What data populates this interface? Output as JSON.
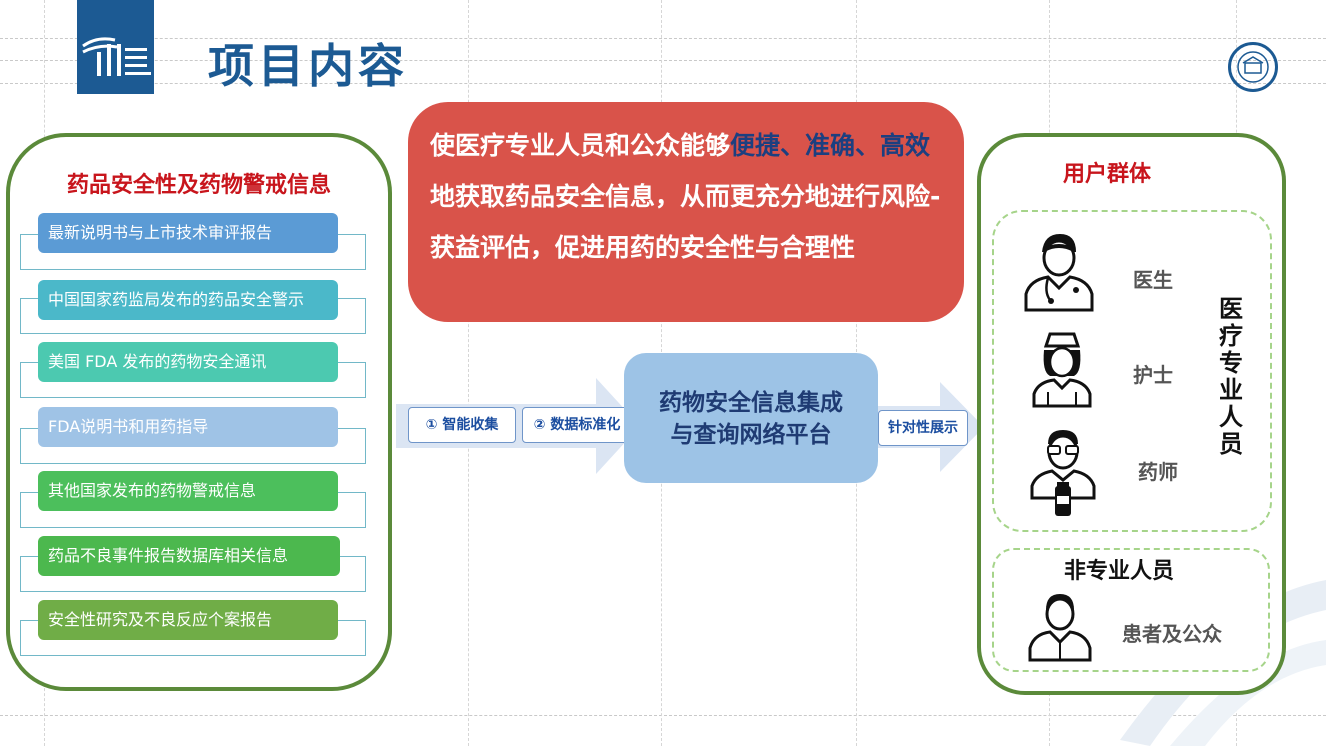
{
  "header": {
    "title": "项目内容"
  },
  "sources": {
    "title": "药品安全性及药物警戒信息",
    "items": [
      {
        "label": "最新说明书与上市技术审评报告",
        "color": "#5b9bd5"
      },
      {
        "label": "中国国家药监局发布的药品安全警示",
        "color": "#4bb8c9"
      },
      {
        "label": "美国 FDA 发布的药物安全通讯",
        "color": "#4cc9b0"
      },
      {
        "label": "FDA说明书和用药指导",
        "color": "#9fc3e6"
      },
      {
        "label": "其他国家发布的药物警戒信息",
        "color": "#4cbf5c"
      },
      {
        "label": "药品不良事件报告数据库相关信息",
        "color": "#4cb84e"
      },
      {
        "label": "安全性研究及不良反应个案报告",
        "color": "#70ad47"
      }
    ]
  },
  "goal": {
    "part1": "使医疗专业人员和公众能够",
    "emphasis1": "便捷、准确、",
    "emphasis2": "高效",
    "part2": "地获取药品安全信息，从而更充分地进行风险-获益评估，促进用药的安全性与合理性"
  },
  "process": {
    "step1": "① 智能收集",
    "step2": "② 数据标准化",
    "platform_line1": "药物安全信息集成",
    "platform_line2": "与查询网络平台",
    "step3": "针对性展示"
  },
  "users": {
    "title": "用户群体",
    "professional_label": "医疗专业人员",
    "nonprofessional_label": "非专业人员",
    "roles": [
      "医生",
      "护士",
      "药师"
    ],
    "public_role": "患者及公众"
  },
  "colors": {
    "brand_blue": "#1c5a93",
    "title_red": "#c8151c",
    "goal_red": "#d9534a",
    "panel_green": "#5b8a3a",
    "platform_blue": "#9dc3e6"
  }
}
